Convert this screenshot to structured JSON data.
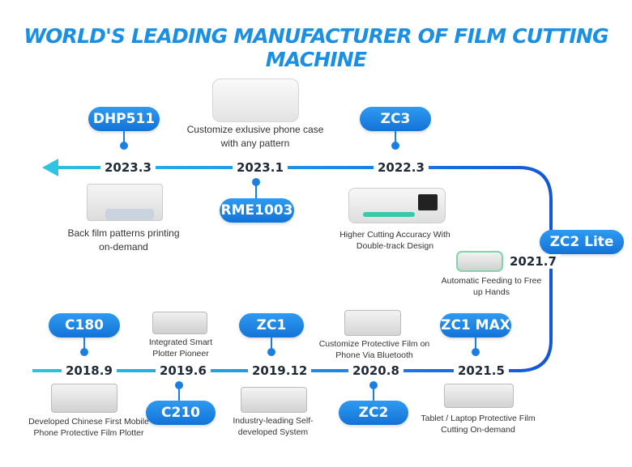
{
  "title": "WORLD'S LEADING MANUFACTURER OF FILM CUTTING MACHINE",
  "colors": {
    "accent": "#1a8fe3",
    "line_light": "#31bde0",
    "line_dark": "#1456d6",
    "pill": "#1877dc"
  },
  "top_row": {
    "models": [
      "DHP511",
      "ZC3"
    ],
    "years": [
      "2023.3",
      "2023.1",
      "2022.3"
    ],
    "below_model": "RME1003",
    "captions": {
      "zc3_top": "Customize exlusive phone case\nwith any pattern",
      "dhp511": "Back film patterns printing\non-demand",
      "zc3": "Higher Cutting Accuracy With\nDouble-track Design"
    }
  },
  "right_side": {
    "model": "ZC2 Lite",
    "year": "2021.7",
    "caption": "Automatic Feeding to Free\nup Hands"
  },
  "bottom_row": {
    "years": [
      "2018.9",
      "2019.6",
      "2019.12",
      "2020.8",
      "2021.5"
    ],
    "models_above": [
      "C180",
      "ZC1",
      "ZC1 MAX"
    ],
    "models_below": [
      "C210",
      "ZC2"
    ],
    "captions": {
      "integrated": "Integrated Smart\nPlotter Pioneer",
      "bluetooth": "Customize Protective Film on\nPhone Via Bluetooth",
      "c180": "Developed Chinese First Mobile\nPhone Protective Film Plotter",
      "zc1": "Industry-leading Self-\ndeveloped System",
      "zc1max": "Tablet / Laptop Protective Film\nCutting On-demand"
    }
  }
}
